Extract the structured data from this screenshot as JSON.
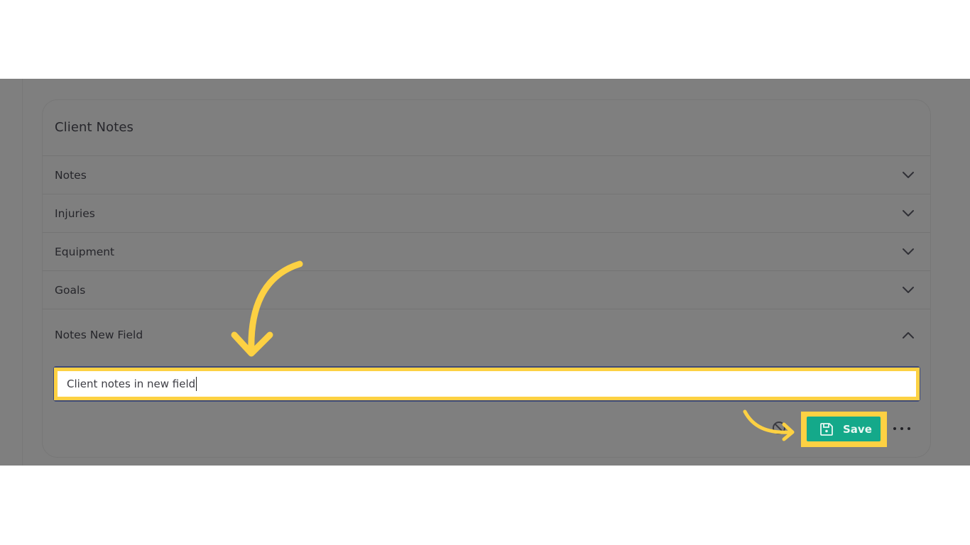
{
  "card": {
    "title": "Client Notes"
  },
  "accordion": {
    "items": [
      {
        "label": "Notes",
        "state": "collapsed",
        "icon": "chevron-down-icon"
      },
      {
        "label": "Injuries",
        "state": "collapsed",
        "icon": "chevron-down-icon"
      },
      {
        "label": "Equipment",
        "state": "collapsed",
        "icon": "chevron-down-icon"
      },
      {
        "label": "Goals",
        "state": "collapsed",
        "icon": "chevron-down-icon"
      },
      {
        "label": "Notes New Field",
        "state": "expanded",
        "icon": "chevron-up-icon"
      }
    ]
  },
  "field": {
    "value": "Client notes in new field",
    "placeholder": ""
  },
  "actions": {
    "cancel_icon": "cancel-circle-icon",
    "save_label": "Save",
    "save_icon": "floppy-disk-icon",
    "more_icon": "more-horizontal-icon"
  },
  "colors": {
    "overlay": "#7f7f7f",
    "highlight": "#fdd143",
    "save_button": "#14a98a",
    "field_focus_border": "#3e4a78",
    "text": "#26262b"
  },
  "annotations": {
    "arrow_to_field": "curved-arrow-down-icon",
    "arrow_to_save": "curved-arrow-right-icon"
  }
}
